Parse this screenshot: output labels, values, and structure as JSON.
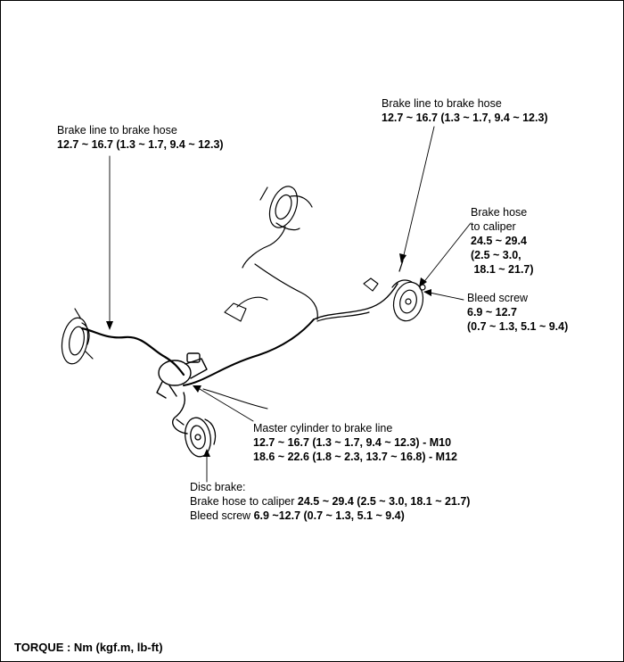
{
  "callouts": {
    "left_hose": {
      "title": "Brake line to brake hose",
      "spec": "12.7 ~ 16.7 (1.3 ~ 1.7, 9.4 ~ 12.3)"
    },
    "right_hose": {
      "title": "Brake line to brake hose",
      "spec": "12.7 ~ 16.7 (1.3 ~ 1.7, 9.4 ~ 12.3)"
    },
    "hose_caliper": {
      "line1": "Brake hose",
      "line2": "to caliper",
      "spec1": "24.5 ~ 29.4",
      "spec2": "(2.5 ~ 3.0,",
      "spec3": " 18.1 ~ 21.7)"
    },
    "bleed_screw": {
      "title": "Bleed screw",
      "spec1": "6.9 ~ 12.7",
      "spec2": "(0.7 ~ 1.3, 5.1 ~ 9.4)"
    },
    "master_cylinder": {
      "title": "Master cylinder to brake line",
      "spec1": "12.7 ~ 16.7 (1.3 ~ 1.7, 9.4 ~ 12.3) - M10",
      "spec2": "18.6 ~ 22.6 (1.8 ~ 2.3, 13.7 ~ 16.8) - M12"
    },
    "disc_brake": {
      "title": "Disc brake:",
      "hose_label": "Brake hose to caliper ",
      "hose_spec": "24.5 ~ 29.4 (2.5 ~ 3.0, 18.1 ~ 21.7)",
      "bleed_label": "Bleed screw ",
      "bleed_spec": "6.9 ~12.7 (0.7 ~ 1.3, 5.1 ~ 9.4)"
    }
  },
  "footer": {
    "torque": "TORQUE : Nm (kgf.m, lb-ft)"
  }
}
